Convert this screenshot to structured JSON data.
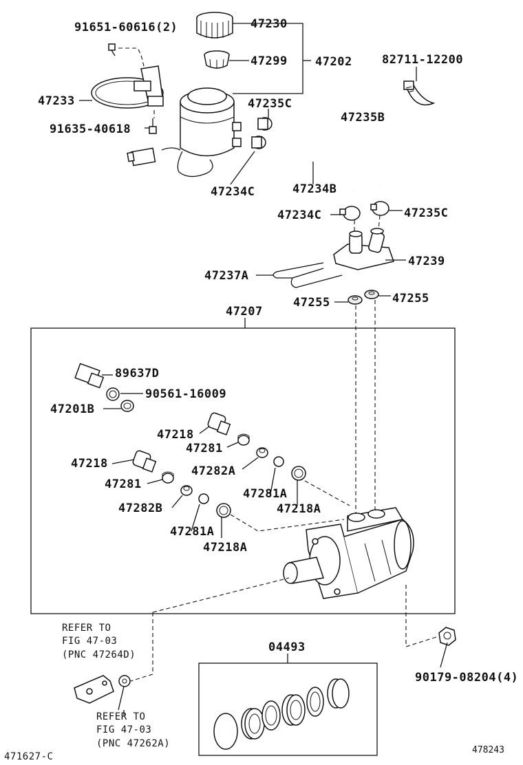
{
  "labels": {
    "p91651": "91651-60616(2)",
    "p47230": "47230",
    "p47299": "47299",
    "p47202": "47202",
    "p82711": "82711-12200",
    "p47233": "47233",
    "p47235C_top": "47235C",
    "p47235B": "47235B",
    "p91635": "91635-40618",
    "p47234C_a": "47234C",
    "p47234B": "47234B",
    "p47234C_b": "47234C",
    "p47235C_b": "47235C",
    "p47239": "47239",
    "p47237A": "47237A",
    "p47255_a": "47255",
    "p47255_b": "47255",
    "p47207": "47207",
    "p89637D": "89637D",
    "p90561": "90561-16009",
    "p47201B": "47201B",
    "p47218_a": "47218",
    "p47281_a": "47281",
    "p47218_b": "47218",
    "p47282A": "47282A",
    "p47281_b": "47281",
    "p47281A_a": "47281A",
    "p47282B": "47282B",
    "p47218A_a": "47218A",
    "p47281A_b": "47281A",
    "p47218A_b": "47218A",
    "p04493": "04493",
    "p90179": "90179-08204(4)"
  },
  "notes": {
    "ref1_line1": "REFER TO",
    "ref1_line2": "FIG 47-03",
    "ref1_line3": "(PNC 47264D)",
    "ref2_line1": "REFER TO",
    "ref2_line2": "FIG 47-03",
    "ref2_line3": "(PNC 47262A)"
  },
  "footer": {
    "left_code": "471627-C",
    "right_code": "478243"
  }
}
